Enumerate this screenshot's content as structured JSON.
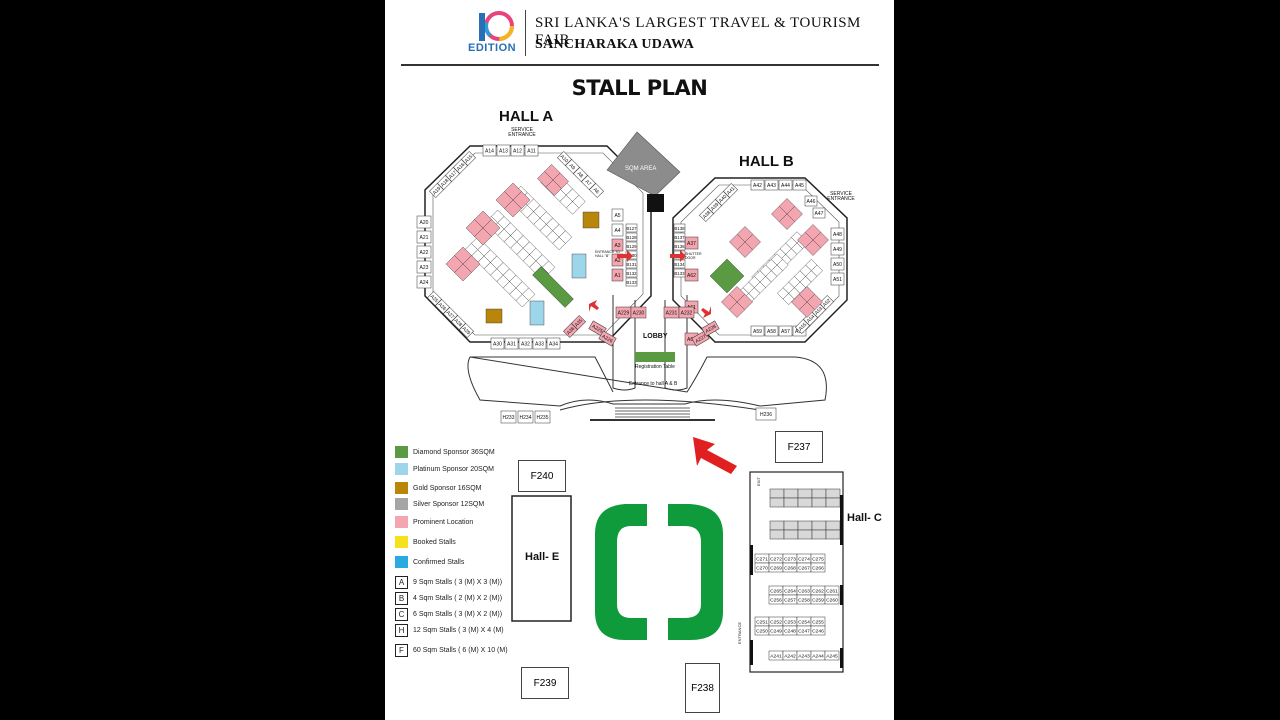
{
  "header": {
    "logo_text": "10",
    "edition": "EDITION",
    "line1": "SRI LANKA'S LARGEST TRAVEL & TOURISM FAIR",
    "line2": "SANCHARAKA UDAWA"
  },
  "title": "STALL PLAN",
  "halls": {
    "a": "HALL A",
    "b": "HALL B",
    "c": "Hall- C",
    "e": "Hall- E",
    "service_a": "SERVICE ENTRANCE",
    "service_b": "SERVICE ENTRANCE",
    "sqm_area": "SQM AREA",
    "lobby": "LOBBY",
    "registration": "Registration Table",
    "entrance_ab": "Entrance to hall A & B",
    "entrance_c": "ENTRANCE",
    "exit_c": "EXIT",
    "entrance_hall_b": "ENTRANCE TO HALL \"B\"",
    "shutter_door": "SHUTTER DOOR"
  },
  "colors": {
    "diamond": "#5a9a42",
    "platinum": "#9dd5ea",
    "gold": "#b8860b",
    "silver": "#a5a5a5",
    "prominent": "#f4a6b0",
    "booked": "#f5e11c",
    "confirmed": "#29abe2",
    "green_track": "#0f9a3c",
    "arrow": "#e02020"
  },
  "legend": [
    {
      "type": "swatch",
      "color_key": "diamond",
      "label": "Diamond Sponsor 36SQM"
    },
    {
      "type": "swatch",
      "color_key": "platinum",
      "label": "Platinum Sponsor 20SQM"
    },
    {
      "type": "swatch",
      "color_key": "gold",
      "label": "Gold Sponsor 16SQM"
    },
    {
      "type": "swatch",
      "color_key": "silver",
      "label": "Silver Sponsor 12SQM"
    },
    {
      "type": "swatch",
      "color_key": "prominent",
      "label": "Prominent Location"
    },
    {
      "type": "swatch",
      "color_key": "booked",
      "label": "Booked Stalls"
    },
    {
      "type": "swatch",
      "color_key": "confirmed",
      "label": "Confirmed Stalls"
    },
    {
      "type": "code",
      "code": "A",
      "label": "9 Sqm Stalls ( 3 (M) X 3 (M))"
    },
    {
      "type": "code",
      "code": "B",
      "label": "4 Sqm Stalls ( 2 (M) X 2 (M))"
    },
    {
      "type": "code",
      "code": "C",
      "label": "6 Sqm Stalls ( 3 (M) X 2 (M))"
    },
    {
      "type": "code",
      "code": "H",
      "label": "12 Sqm Stalls ( 3 (M) X 4 (M)"
    },
    {
      "type": "code",
      "code": "F",
      "label": "60 Sqm Stalls ( 6 (M) X 10 (M)"
    }
  ],
  "stalls": {
    "hall_a_top": [
      "A14",
      "A13",
      "A12",
      "A11"
    ],
    "hall_a_bottom": [
      "A30",
      "A31",
      "A32",
      "A33",
      "A34"
    ],
    "hall_a_left": [
      "A20",
      "A21",
      "A22",
      "A23",
      "A24"
    ],
    "hall_a_left_upper": [
      "A15",
      "A16",
      "A17",
      "A18",
      "A19"
    ],
    "hall_a_left_lower": [
      "A25",
      "A26",
      "A27",
      "A28",
      "A29"
    ],
    "hall_a_right_upper": [
      "A10",
      "A9",
      "A8",
      "A7",
      "A6"
    ],
    "hall_a_inner": [
      "A5",
      "A4",
      "A3",
      "A2",
      "A1"
    ],
    "hall_a_corner": [
      "A35",
      "A36"
    ],
    "hall_b_top": [
      "A42",
      "A43",
      "A44",
      "A45"
    ],
    "hall_b_bottom": [
      "A59",
      "A58",
      "A57",
      "A56"
    ],
    "hall_b_right": [
      "A48",
      "A49",
      "A50",
      "A51"
    ],
    "hall_b_left_upper": [
      "A41",
      "A40",
      "A39",
      "A38"
    ],
    "hall_b_right_upper": [
      "A46",
      "A47"
    ],
    "hall_b_right_lower": [
      "A52",
      "A53",
      "A54",
      "A55"
    ],
    "hall_b_inner": [
      "A37",
      "A62",
      "A61",
      "A60"
    ],
    "b_column_left": [
      "B127",
      "B128",
      "B129",
      "B130",
      "B131",
      "B132",
      "B133"
    ],
    "b_column_right": [
      "B138",
      "B137",
      "B136",
      "B135",
      "B134",
      "B133"
    ],
    "lobby_stalls": [
      "A229",
      "A230",
      "A231",
      "A232",
      "A225",
      "A226",
      "A227",
      "A228"
    ],
    "h_stalls": [
      "H233",
      "H234",
      "H235",
      "H236"
    ],
    "c_row1": [
      "C271",
      "C272",
      "C273",
      "C274",
      "C275"
    ],
    "c_row2": [
      "C270",
      "C269",
      "C268",
      "C267",
      "C266"
    ],
    "c_row3": [
      "C265",
      "C264",
      "C263",
      "C262",
      "C261"
    ],
    "c_row4": [
      "C256",
      "C257",
      "C258",
      "C259",
      "C260"
    ],
    "c_row5": [
      "C251",
      "C252",
      "C253",
      "C254",
      "C255"
    ],
    "c_row6": [
      "C250",
      "C249",
      "C248",
      "C247",
      "C246"
    ],
    "c_row7": [
      "A241",
      "A242",
      "A243",
      "A244",
      "A245"
    ],
    "f_stalls": [
      "F237",
      "F240",
      "F239",
      "F238"
    ]
  }
}
